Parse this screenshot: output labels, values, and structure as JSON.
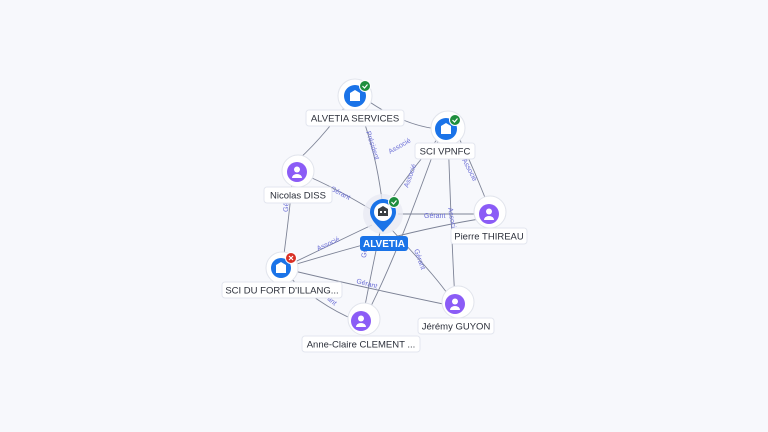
{
  "center_label": "ALVETIA",
  "companies": {
    "alvetia_services": "ALVETIA SERVICES",
    "sci_vpnfc": "SCI VPNFC",
    "sci_fort": "SCI DU FORT D'ILLANG..."
  },
  "persons": {
    "nicolas": "Nicolas DISS",
    "pierre": "Pierre THIREAU",
    "jeremy": "Jérémy GUYON",
    "anne_claire": "Anne-Claire CLEMENT ..."
  },
  "relations": {
    "president": "Président",
    "associe": "Associé",
    "gerant": "Gérant"
  },
  "colors": {
    "company": "#1a73e8",
    "person": "#8b5cf6",
    "badge_ok": "#1e8e3e",
    "badge_closed": "#d93025",
    "accent": "#1a73e8"
  }
}
